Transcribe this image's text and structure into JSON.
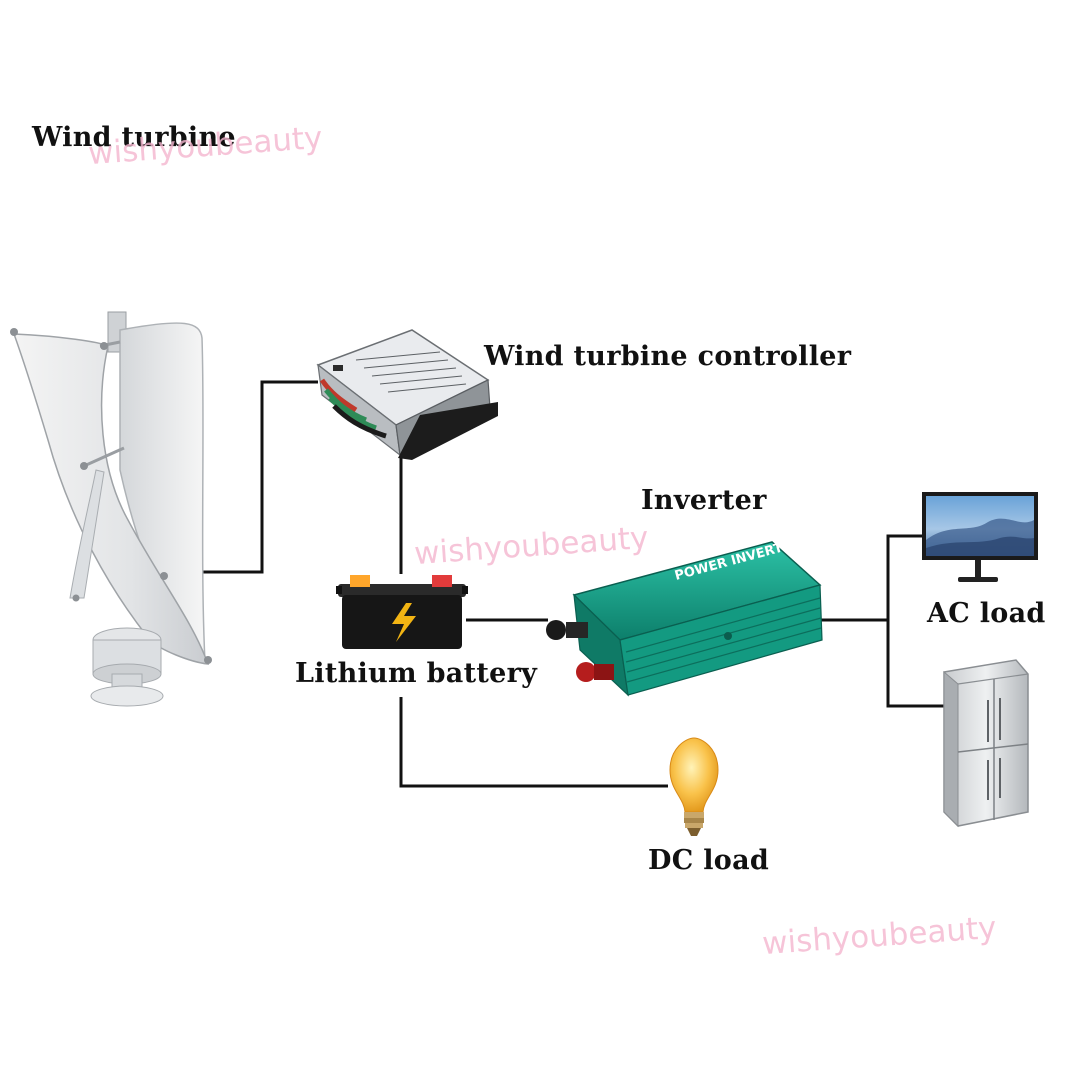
{
  "labels": {
    "wind_turbine": "Wind turbine",
    "controller": "Wind turbine controller",
    "inverter": "Inverter",
    "battery": "Lithium battery",
    "ac_load": "AC load",
    "dc_load": "DC load"
  },
  "inverter_face_text": "POWER INVERTER",
  "watermark": "wishyoubeauty",
  "icons": {
    "turbine": "vertical-axis-wind-turbine-icon",
    "controller": "charge-controller-icon",
    "battery": "car-battery-icon",
    "inverter": "power-inverter-icon",
    "monitor": "tv-monitor-icon",
    "fridge": "refrigerator-icon",
    "bulb": "light-bulb-icon"
  },
  "colors": {
    "wire": "#111111",
    "inverter": "#1aa58c",
    "battery_bolt": "#f2b413",
    "watermark": "#f4b6cf"
  }
}
